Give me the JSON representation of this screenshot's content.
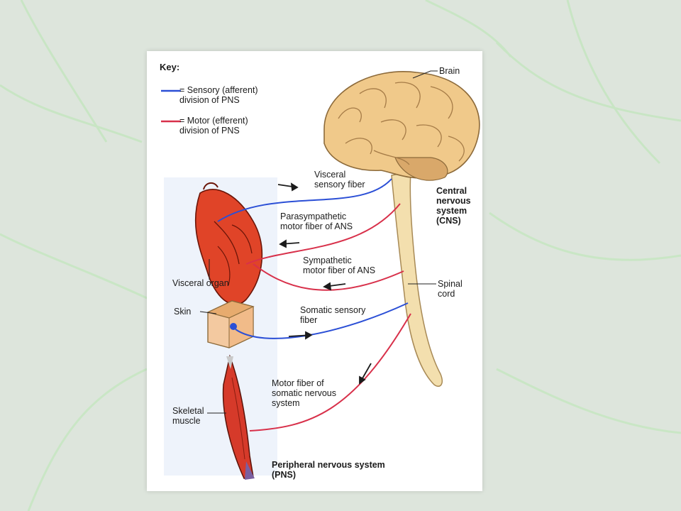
{
  "key": {
    "title": "Key:",
    "sensory": "= Sensory (afferent)\ndivision of PNS",
    "motor": "= Motor (efferent)\ndivision of PNS"
  },
  "labels": {
    "brain": "Brain",
    "cns": "Central\nnervous\nsystem\n(CNS)",
    "spinal_cord": "Spinal\ncord",
    "visceral_sensory": "Visceral\nsensory fiber",
    "parasympathetic": "Parasympathetic\nmotor fiber of ANS",
    "sympathetic": "Sympathetic\nmotor fiber of ANS",
    "visceral_organ": "Visceral organ",
    "skin": "Skin",
    "somatic_sensory": "Somatic sensory\nfiber",
    "motor_somatic": "Motor fiber of\nsomatic nervous\nsystem",
    "skeletal_muscle": "Skeletal\nmuscle",
    "pns": "Peripheral nervous system\n(PNS)"
  },
  "colors": {
    "sensory": "#2b4fd6",
    "motor": "#d8304a",
    "brain": "#f0c98a",
    "cord": "#f3dfae",
    "heart": "#e04428",
    "muscle": "#d63a2a",
    "skin": "#f3c9a0",
    "page_bg": "#dde5dc"
  }
}
